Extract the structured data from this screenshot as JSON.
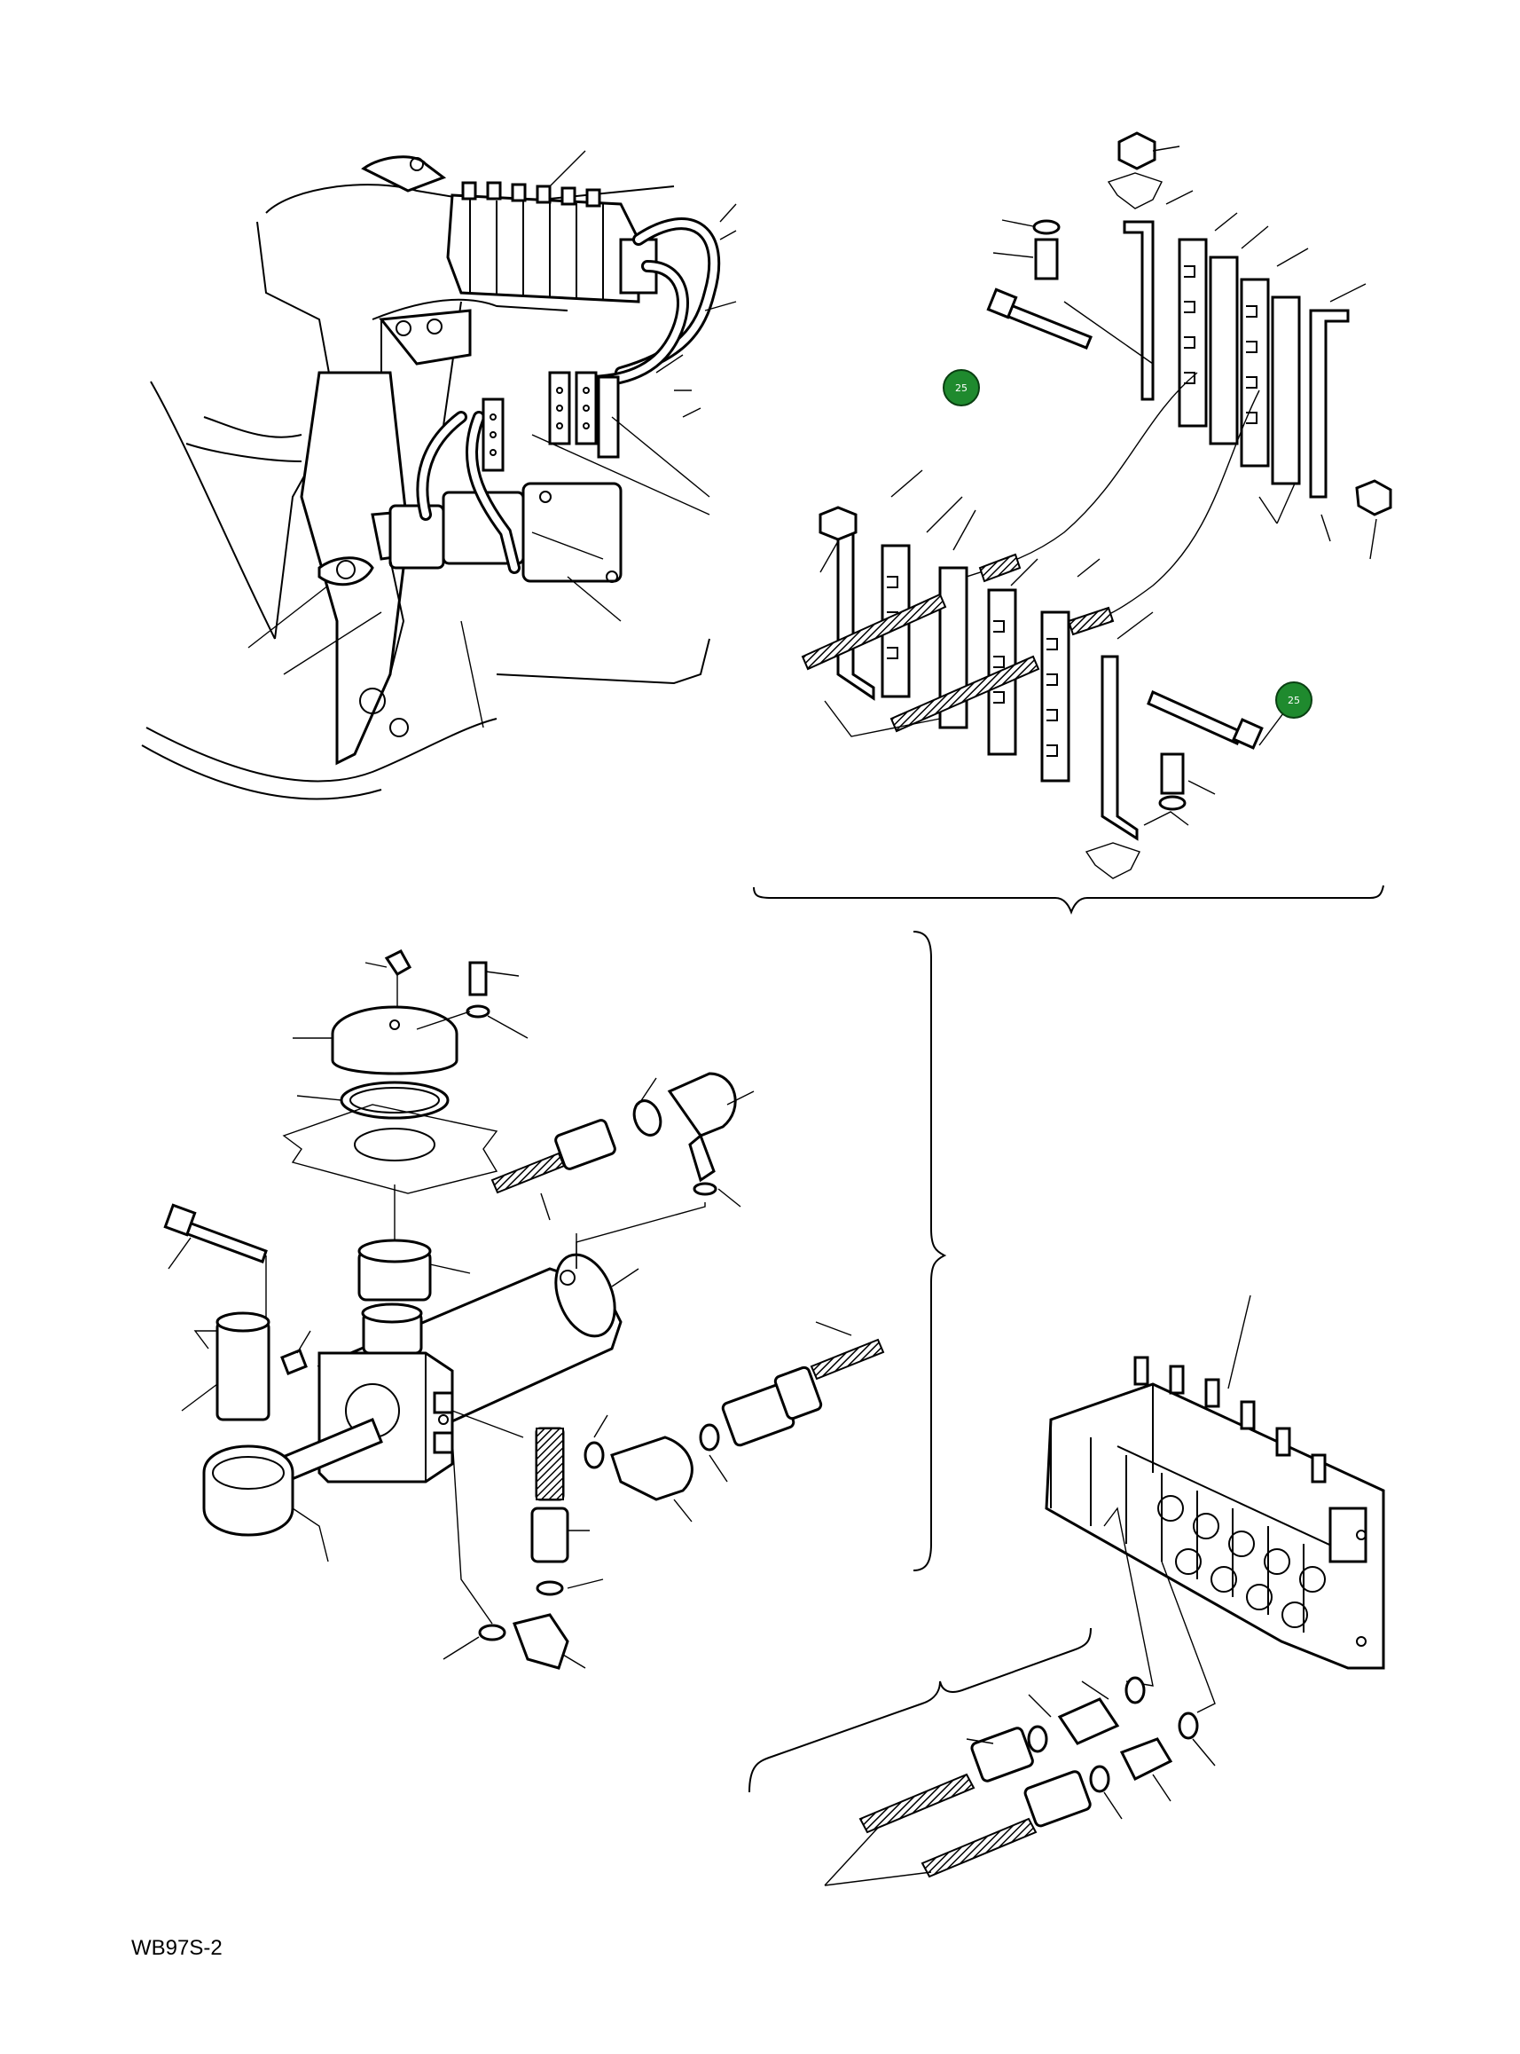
{
  "figure": {
    "code": "WB97S-2",
    "callout_badges": [
      {
        "label": "25",
        "color": "#1f8a2e"
      },
      {
        "label": "25",
        "color": "#1f8a2e"
      }
    ]
  }
}
